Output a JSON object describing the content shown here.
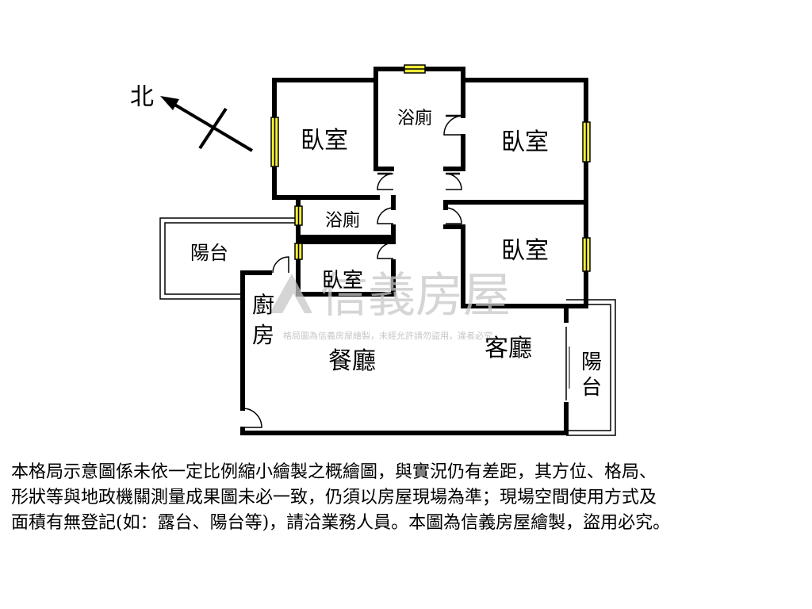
{
  "compass": {
    "north_label": "北"
  },
  "rooms": {
    "bedroom_top_left": "臥室",
    "bathroom_top": "浴廁",
    "bedroom_top_right": "臥室",
    "bathroom_middle": "浴廁",
    "balcony_left": "陽台",
    "bedroom_small": "臥室",
    "bedroom_right": "臥室",
    "kitchen": [
      "廚",
      "房"
    ],
    "dining_room": "餐廳",
    "living_room": "客廳",
    "balcony_right": [
      "陽",
      "台"
    ]
  },
  "watermark": {
    "brand": "信義房屋",
    "notice": "格局圖為信義房屋繪製，未經允許請勿盜用，違者必究"
  },
  "disclaimer_lines": [
    "本格局示意圖係未依一定比例縮小繪製之概繪圖，與實況仍有差距，其方位、格局、",
    "形狀等與地政機關測量成果圖未必一致，仍須以房屋現場為準；現場空間使用方式及",
    "面積有無登記(如：露台、陽台等)，請洽業務人員。本圖為信義房屋繪製，盜用必究。"
  ],
  "colors": {
    "wall": "#000000",
    "window": "#f2ec3a",
    "watermark": "#c8c8c8"
  }
}
